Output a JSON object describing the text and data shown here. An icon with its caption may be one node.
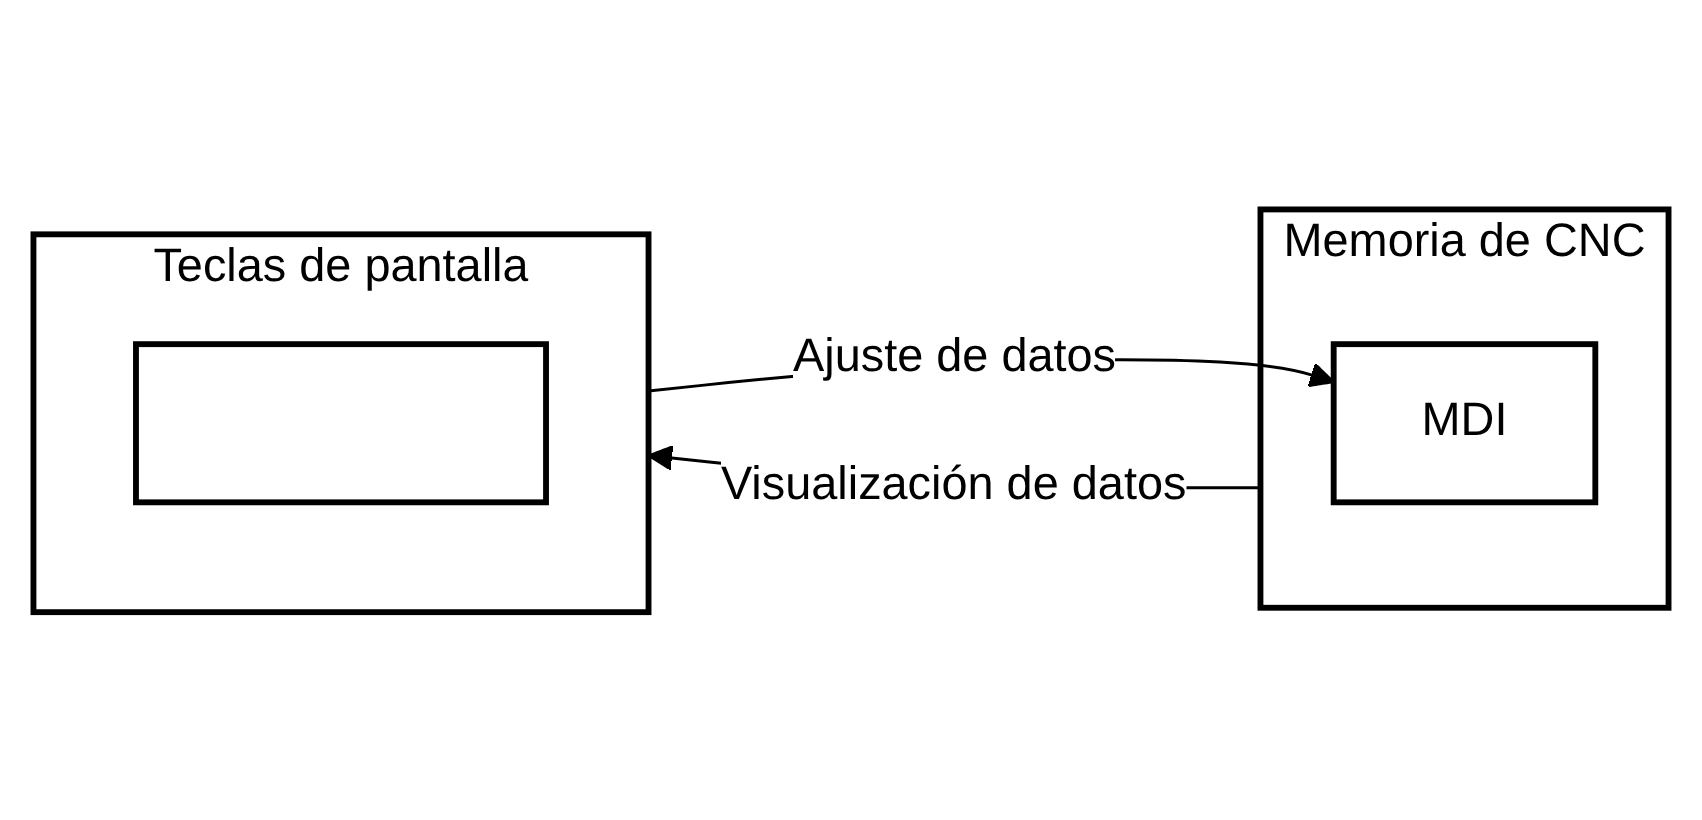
{
  "diagram": {
    "nodes": [
      {
        "text": [
          "Teclas de pantalla"
        ]
      },
      {
        "text": [],
        "shape": "box",
        "in": 0
      },
      {
        "text": [
          "Memoria de CNC"
        ]
      },
      {
        "text": [
          "MDI"
        ],
        "in": 2
      }
    ],
    "edges": [
      {
        "from": 0,
        "to": 3,
        "label": "Ajuste de datos",
        "arrow": "to"
      },
      {
        "from": 2,
        "to": 0,
        "label": "Visualización de datos",
        "arrow": "to"
      }
    ]
  }
}
